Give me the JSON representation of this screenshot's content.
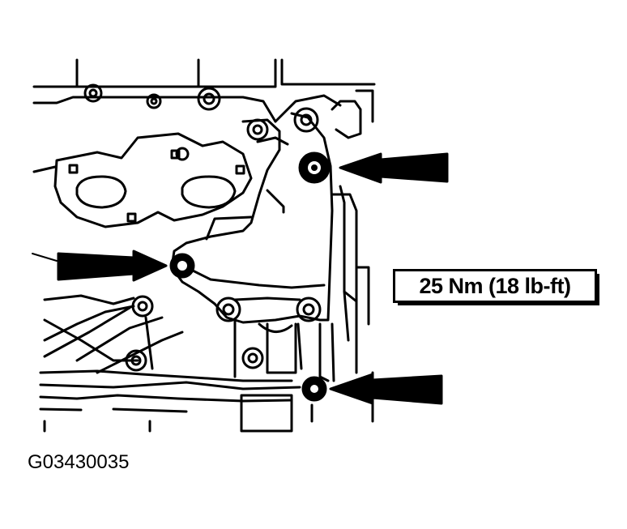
{
  "torque_label": "25 Nm (18 lb-ft)",
  "figure_id": "G03430035",
  "colors": {
    "line": "#000000",
    "background": "#ffffff"
  },
  "callout_arrows": [
    "bolt-upper-right",
    "bolt-left",
    "bolt-lower-right"
  ]
}
